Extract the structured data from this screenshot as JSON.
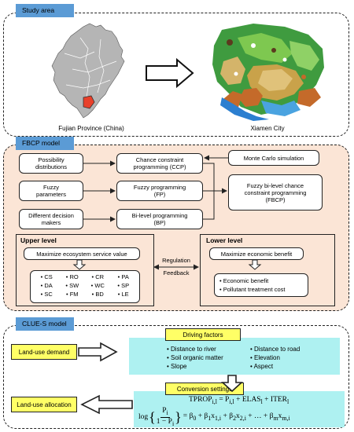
{
  "study_area": {
    "tag": "Study area",
    "province_caption": "Fujian Province (China)",
    "city_caption": "Xiamen City"
  },
  "fbcp": {
    "tag": "FBCP model",
    "possibility": "Possibility\ndistributions",
    "fuzzy_params": "Fuzzy\nparameters",
    "decision_makers": "Different decision\nmakers",
    "ccp": "Chance constraint\nprogramming (CCP)",
    "fp": "Fuzzy programming\n(FP)",
    "bp": "Bi-level programming\n(BP)",
    "monte_carlo": "Monte Carlo simulation",
    "fbcp_box": "Fuzzy bi-level chance\nconstraint programming\n(FBCP)",
    "upper": {
      "title": "Upper level",
      "objective": "Maximize ecosystem service value",
      "bullets": [
        "CS",
        "RO",
        "CR",
        "PA",
        "DA",
        "SW",
        "WC",
        "SP",
        "SC",
        "FM",
        "BD",
        "LE"
      ]
    },
    "lower": {
      "title": "Lower level",
      "objective": "Maximize economic benefit",
      "bullets": [
        "Economic benefit",
        "Pollutant treatment cost"
      ]
    },
    "regulation": "Regulation",
    "feedback": "Feedback"
  },
  "clues": {
    "tag": "CLUE-S model",
    "land_demand": "Land-use demand",
    "land_allocation": "Land-use allocation",
    "driving_factors": "Driving factors",
    "factors_left": [
      "Distance to river",
      "Soil organic matter",
      "Slope"
    ],
    "factors_right": [
      "Distance to road",
      "Elevation",
      "Aspect"
    ],
    "conversion": "Conversion settings",
    "formula1": "TPROP<sub>i,l</sub> = P<sub>i,l</sub> + ELAS<sub>l</sub> + ITER<sub>l</sub>",
    "formula2_lhs": "log",
    "formula2_num": "P<sub>i</sub>",
    "formula2_den": "1 − P<sub>i</sub>",
    "formula2_rhs": "= β<sub>0</sub> + β<sub>1</sub>x<sub>1,i</sub> + β<sub>2</sub>x<sub>2,i</sub> + … + β<sub>m</sub>x<sub>m,i</sub>"
  },
  "colors": {
    "tag_blue": "#5b9bd5",
    "fbcp_fill": "#fbe5d6",
    "cyan_fill": "#aef1f1",
    "yellow_fill": "#ffff66",
    "fujian_fill": "#b0b0b0",
    "xiamen_red": "#e8402a"
  }
}
